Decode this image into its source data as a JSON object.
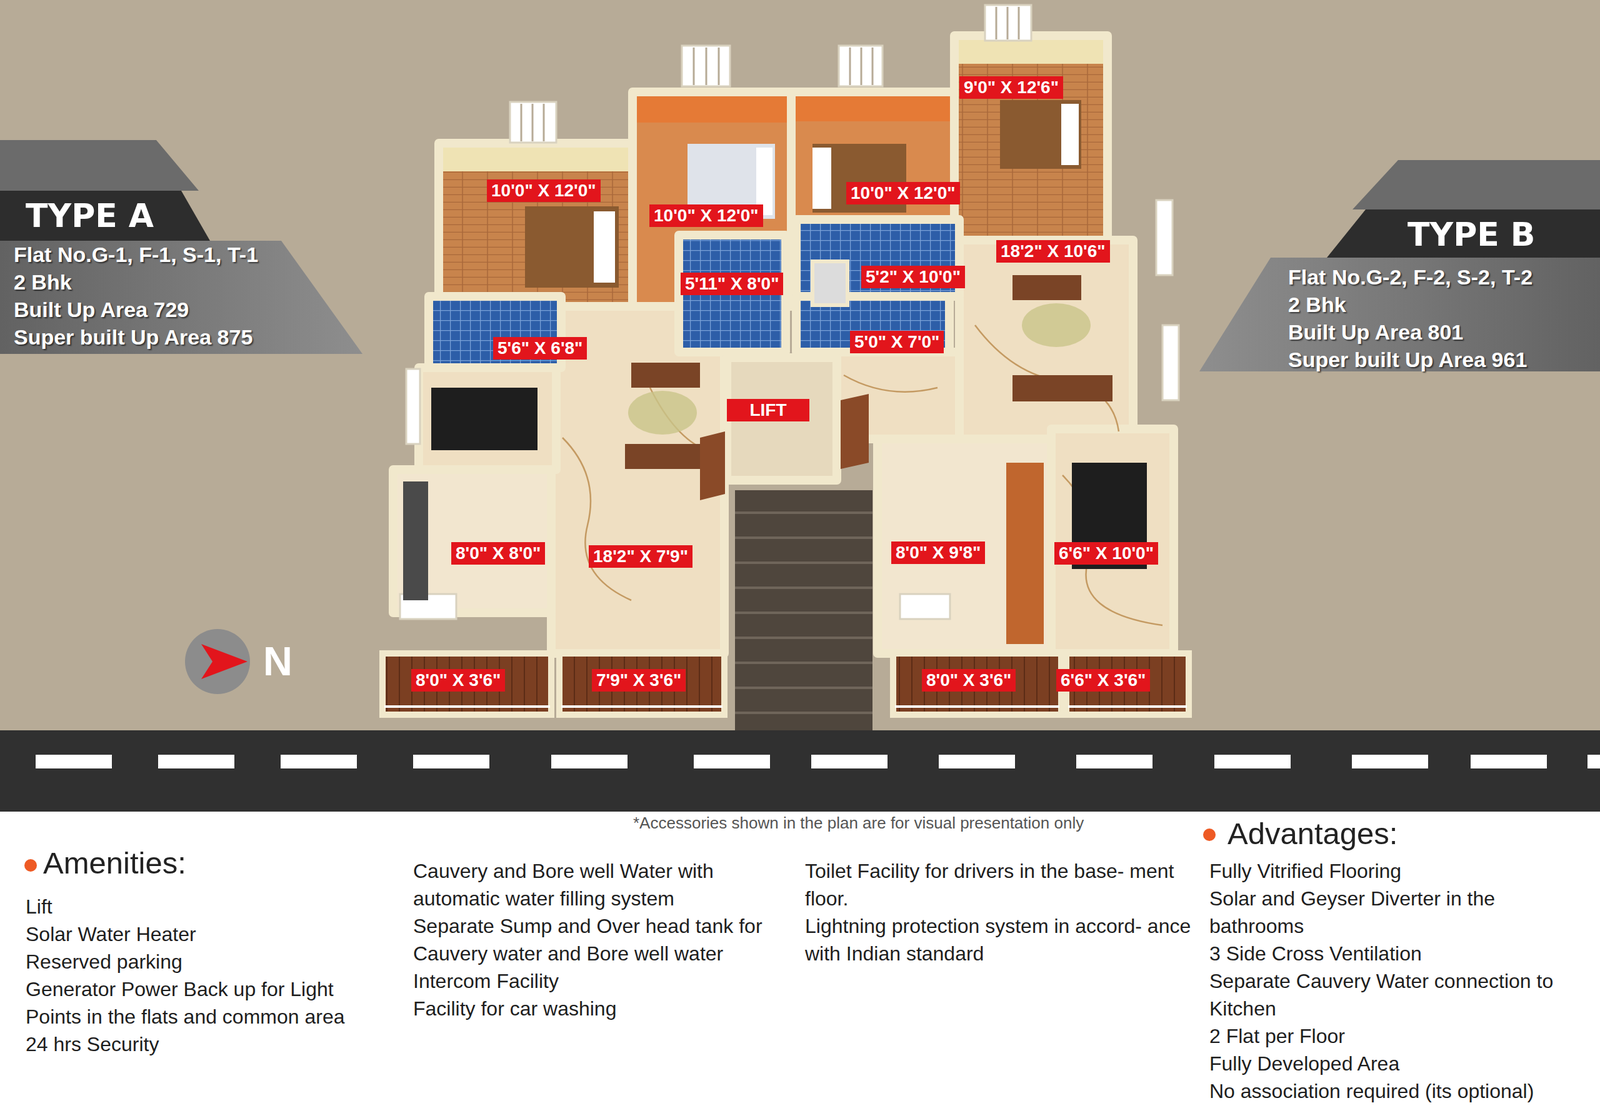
{
  "diagram": {
    "nodes": [
      {
        "text": [
          "TYPE A",
          "Flat No.G-1, F-1, S-1, T-1",
          "2 Bhk",
          "Built Up Area 729",
          "Super built Up Area 875"
        ]
      },
      {
        "text": [
          "TYPE B",
          "Flat No.G-2, F-2, S-2, T-2",
          "2 Bhk",
          "Built Up Area 801",
          "Super built Up Area 961"
        ]
      },
      {
        "text": [
          "9'0\" X 12'6\""
        ]
      },
      {
        "text": [
          "10'0\" X 12'0\""
        ]
      },
      {
        "text": [
          "10'0\" X 12'0\""
        ]
      },
      {
        "text": [
          "10'0\" X 12'0\""
        ]
      },
      {
        "text": [
          "18'2\" X 10'6\""
        ]
      },
      {
        "text": [
          "5'2\" X 10'0\""
        ]
      },
      {
        "text": [
          "5'11\" X 8'0\""
        ]
      },
      {
        "text": [
          "5'0\" X 7'0\""
        ]
      },
      {
        "text": [
          "5'6\" X 6'8\""
        ]
      },
      {
        "text": [
          "LIFT"
        ]
      },
      {
        "text": [
          "8'0\" X 9'8\""
        ]
      },
      {
        "text": [
          "8'0\" X 8'0\""
        ]
      },
      {
        "text": [
          "6'6\" X 10'0\""
        ]
      },
      {
        "text": [
          "18'2\" X 7'9\""
        ]
      },
      {
        "text": [
          "8'0\" X 3'6\""
        ]
      },
      {
        "text": [
          "7'9\" X 3'6\""
        ]
      },
      {
        "text": [
          "8'0\" X 3'6\""
        ]
      },
      {
        "text": [
          "6'6\" X 3'6\""
        ]
      }
    ],
    "labels": [
      "N",
      "*Accessories shown in the plan are for visual presentation only",
      "Amenities:",
      "Lift",
      "Solar Water Heater",
      "Reserved parking",
      "Generator Power Back up for Light Points in the flats and common area",
      "24 hrs Security",
      "Cauvery and Bore well Water with automatic water filling system",
      "Separate Sump and Over head tank for Cauvery water and Bore well water",
      "Intercom Facility",
      "Facility for car washing",
      "Toilet Facility for drivers in the base- ment floor.",
      "Lightning protection system in accord- ance with Indian standard",
      "Advantages:",
      "Fully Vitrified Flooring",
      "Solar and Geyser Diverter in the bathrooms",
      "3 Side Cross Ventilation",
      "Separate Cauvery Water connection to Kitchen",
      "2 Flat per Floor",
      "Fully Developed Area",
      "No association required (its optional)"
    ]
  }
}
